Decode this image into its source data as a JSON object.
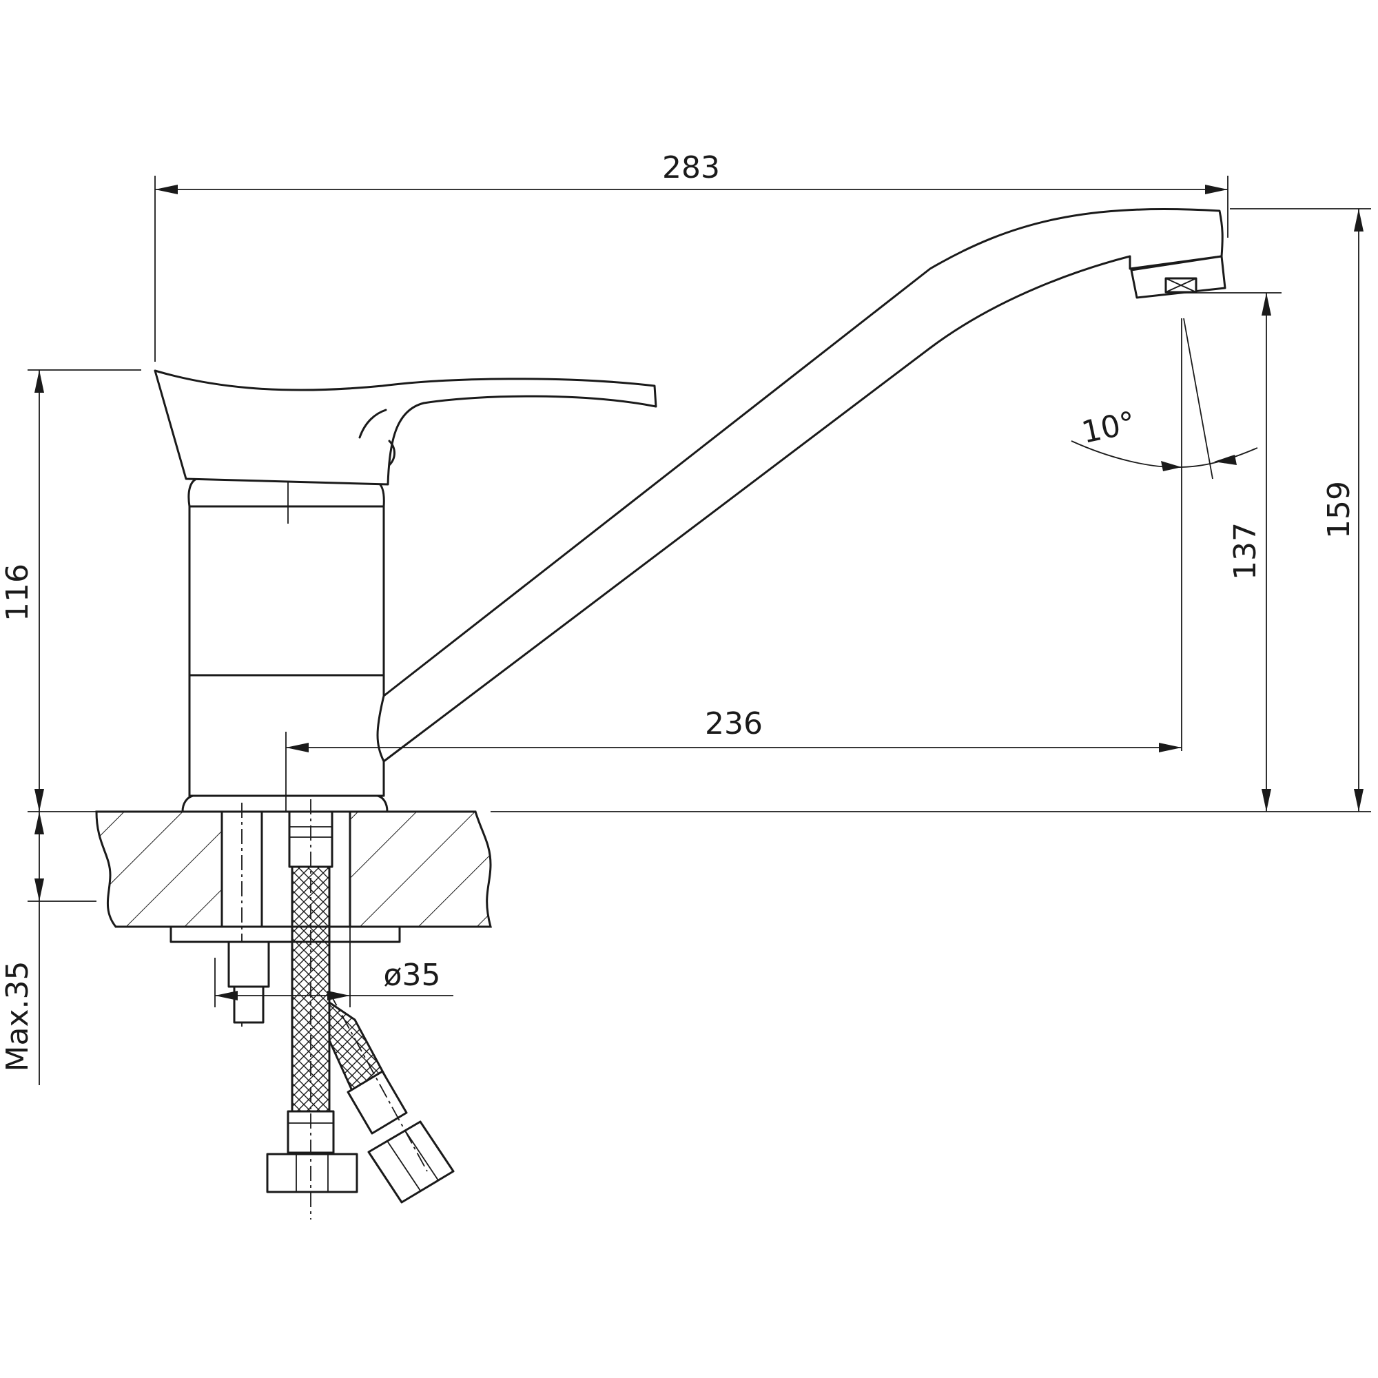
{
  "drawing": {
    "subject": "single-lever kitchen faucet",
    "colors": {
      "line": "#1a1a1a",
      "background": "#ffffff"
    }
  },
  "dimensions": {
    "overall_length": "283",
    "spout_reach": "236",
    "body_height": "116",
    "spout_outlet_height": "137",
    "overall_height": "159",
    "swivel_angle": "10°",
    "mount_hole_diameter": "ø35",
    "max_counter_thickness": "Max.35"
  }
}
